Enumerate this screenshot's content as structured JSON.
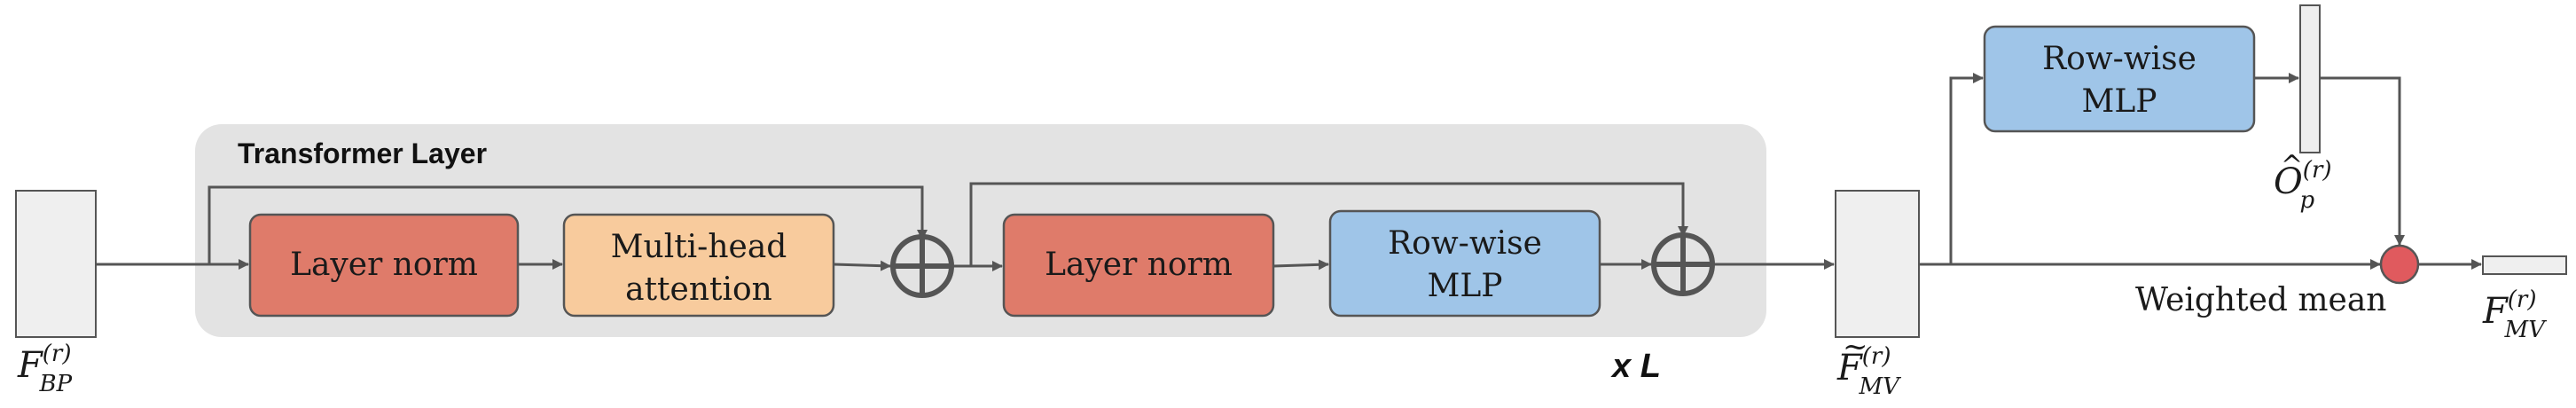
{
  "transformer_layer": {
    "title": "Transformer Layer",
    "repeat": "x L"
  },
  "boxes": {
    "layer_norm_1": "Layer norm",
    "mha_line1": "Multi-head",
    "mha_line2": "attention",
    "layer_norm_2": "Layer norm",
    "rowwise_mlp_1_line1": "Row-wise",
    "rowwise_mlp_1_line2": "MLP",
    "rowwise_mlp_2_line1": "Row-wise",
    "rowwise_mlp_2_line2": "MLP"
  },
  "labels": {
    "f_bp_base": "F",
    "f_bp_sup": "(r)",
    "f_bp_sub": "BP",
    "f_mv_tilde_base": "F",
    "f_mv_tilde_mark": "~",
    "f_mv_tilde_sup": "(r)",
    "f_mv_tilde_sub": "MV",
    "o_p_base": "O",
    "o_p_hat": "^",
    "o_p_sup": "(r)",
    "o_p_sub": "p",
    "f_mv_base": "F",
    "f_mv_sup": "(r)",
    "f_mv_sub": "MV",
    "weighted_mean": "Weighted mean"
  },
  "colors": {
    "panel": "#e3e3e3",
    "layer_norm": "#df7b6a",
    "attention": "#f8cb9d",
    "mlp": "#9fc5e8",
    "tensor": "#efefef",
    "weighted_mean_node": "#e05a5e",
    "stroke": "#555555"
  },
  "icons": [
    "add-icon",
    "weighted-mean-icon",
    "arrow-icon"
  ]
}
